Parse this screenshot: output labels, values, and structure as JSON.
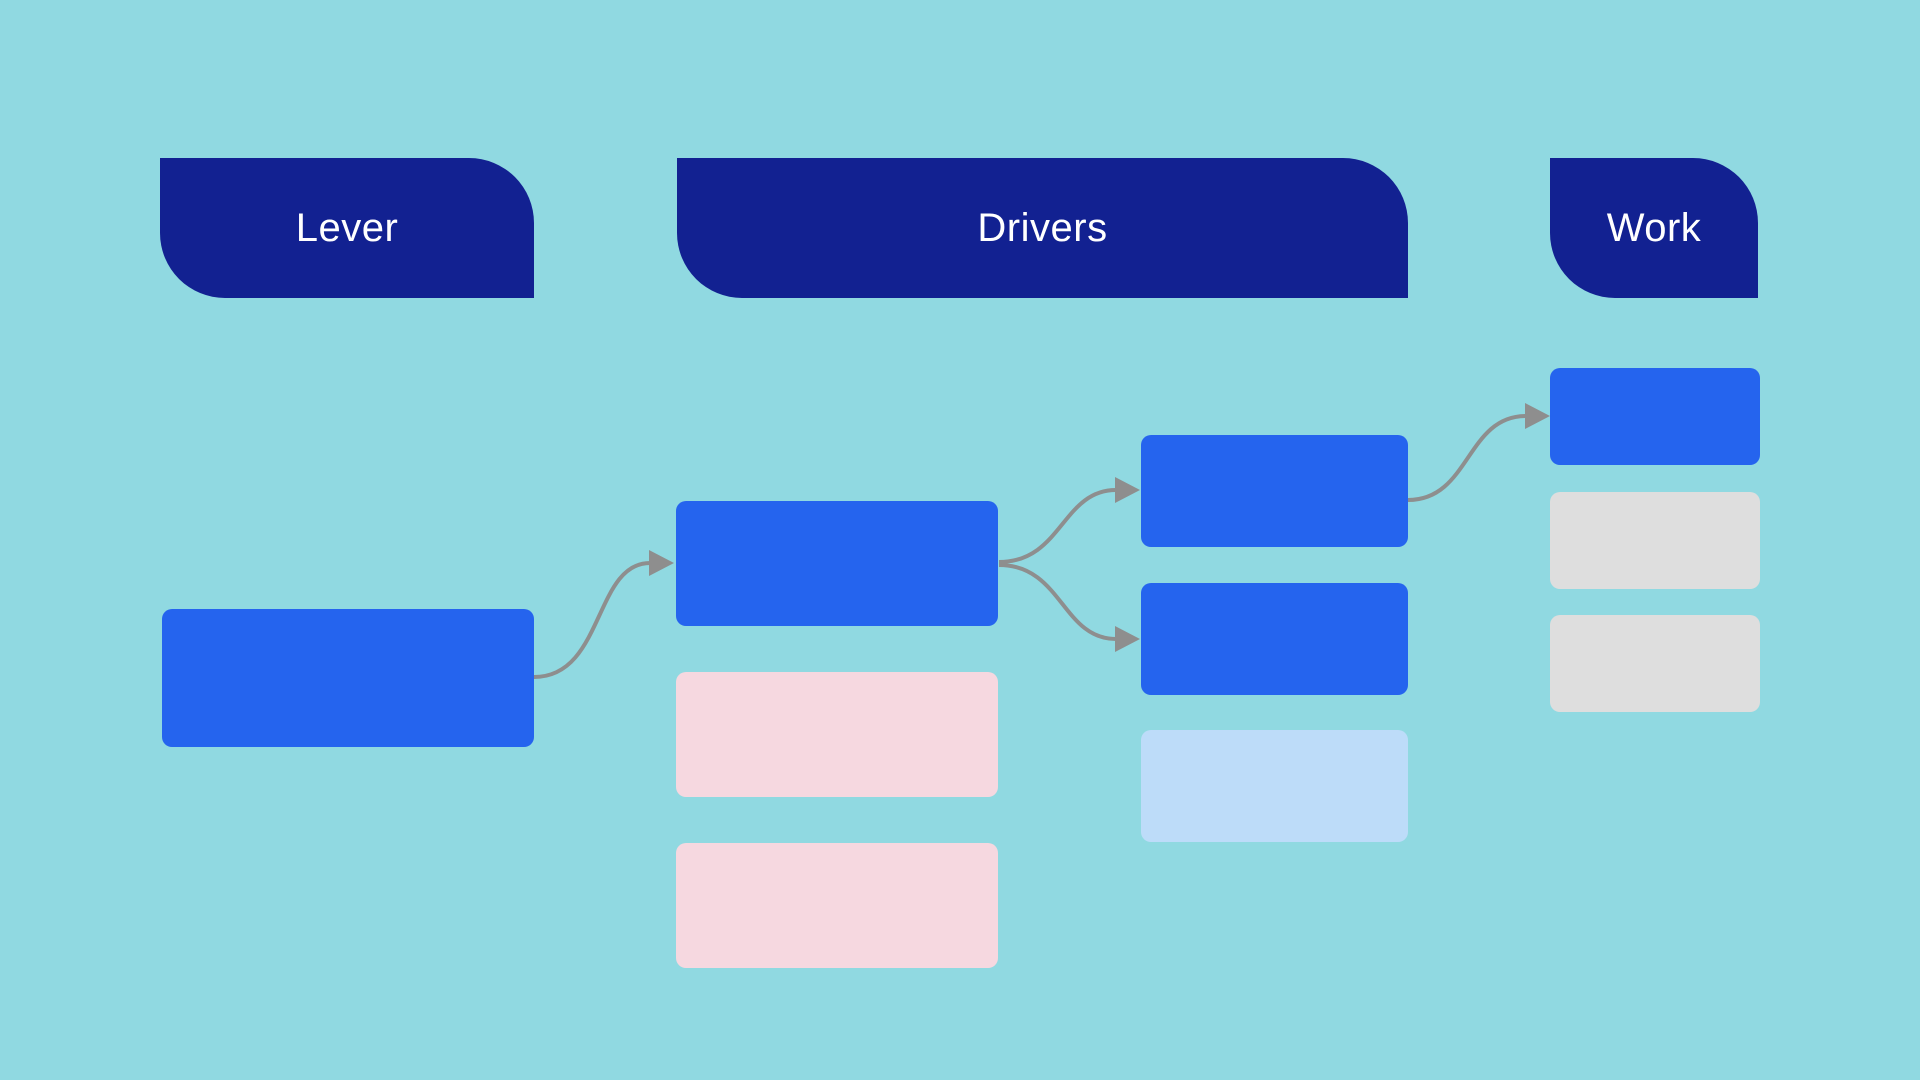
{
  "diagram": {
    "columns": {
      "lever": {
        "header": "Lever"
      },
      "drivers": {
        "header": "Drivers"
      },
      "work": {
        "header": "Work"
      }
    }
  },
  "colors": {
    "background": "#90d9e1",
    "header": "#122191",
    "header_text": "#ffffff",
    "primary_blue": "#2564ee",
    "pink": "#f6d8e0",
    "light_blue": "#bddcf9",
    "gray": "#dedede",
    "arrow": "#8e8e8e"
  }
}
